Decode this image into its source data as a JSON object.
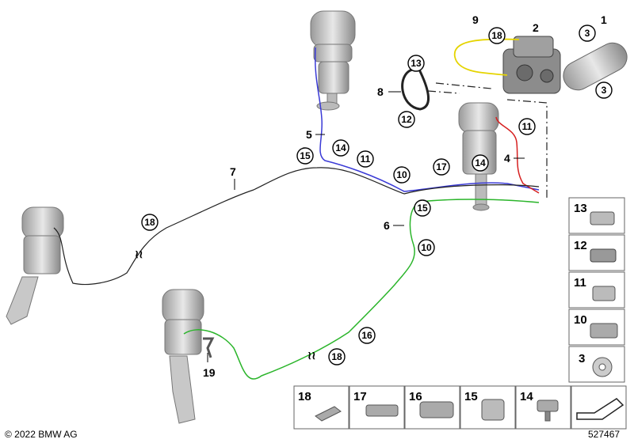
{
  "footer": {
    "copyright": "© 2022 BMW AG",
    "image_number": "527467"
  },
  "callouts": {
    "n1": "1",
    "n2": "2",
    "n4": "4",
    "n5": "5",
    "n6": "6",
    "n7": "7",
    "n8": "8",
    "n9": "9",
    "n19": "19",
    "c3a": "3",
    "c3b": "3",
    "c18a": "18",
    "c13": "13",
    "c12": "12",
    "c11a": "11",
    "c11b": "11",
    "c15a": "15",
    "c14a": "14",
    "c10a": "10",
    "c17": "17",
    "c14b": "14",
    "c15b": "15",
    "c10b": "10",
    "c18b": "18",
    "c16": "16",
    "c18c": "18"
  },
  "side_panels": [
    "13",
    "12",
    "11",
    "10",
    "3"
  ],
  "bottom_panels": [
    "18",
    "17",
    "16",
    "15",
    "14"
  ],
  "colors": {
    "blue_line": "#3a3ad6",
    "green_line": "#2bb52b",
    "red_line": "#d62020",
    "yellow_line": "#e5d400",
    "black_line": "#222222",
    "part_gray": "#cfcfcf"
  }
}
